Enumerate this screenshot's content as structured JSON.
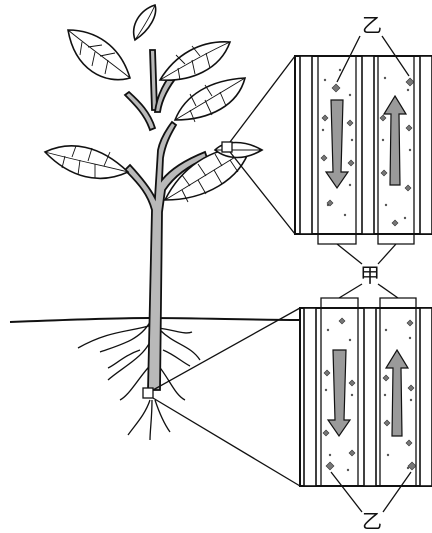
{
  "labels": {
    "top_label": "乙",
    "middle_label": "甲",
    "bottom_label": "乙"
  },
  "colors": {
    "stem_fill": "#b9b9b9",
    "arrow_fill": "#9a9a9a",
    "line": "#111111",
    "background": "#ffffff"
  },
  "panels": [
    {
      "name": "upper-magnified-panel",
      "left_flow": "down",
      "right_flow": "up"
    },
    {
      "name": "lower-magnified-panel",
      "left_flow": "down",
      "right_flow": "up"
    }
  ]
}
